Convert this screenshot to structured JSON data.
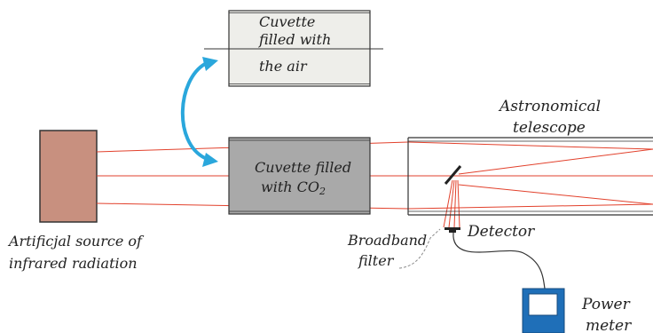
{
  "colors": {
    "ray": "#e2412c",
    "source_fill": "#c8907f",
    "cuvette_air_fill": "#eeeeea",
    "cuvette_co2_fill": "#a9a9a9",
    "swap_arrow": "#2aa7dc",
    "meter_fill": "#1f6fb8",
    "outline": "#333333"
  },
  "labels": {
    "cuvette_air": [
      "Cuvette",
      "filled with",
      "the air"
    ],
    "cuvette_co2_line1": "Cuvette filled",
    "cuvette_co2_line2_prefix": "with CO",
    "cuvette_co2_subscript": "2",
    "telescope": [
      "Astronomical",
      "telescope"
    ],
    "source": [
      "Artificjal source of",
      "infrared radiation"
    ],
    "filter": [
      "Broadband",
      "filter"
    ],
    "detector": "Detector",
    "power_meter": [
      "Power",
      "meter"
    ]
  }
}
